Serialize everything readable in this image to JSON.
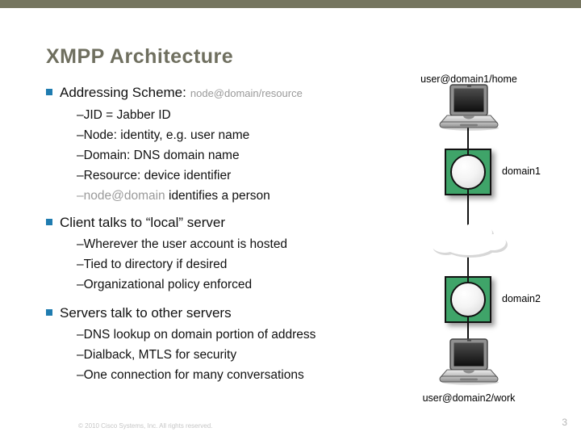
{
  "slide": {
    "title": "XMPP Architecture",
    "footer_copyright": "© 2010 Cisco Systems, Inc. All rights reserved.",
    "page_number": "3"
  },
  "sections": [
    {
      "label": "Addressing Scheme:",
      "label_suffix": "node@domain/resource",
      "items": [
        {
          "text": "–JID = Jabber ID"
        },
        {
          "text": "–Node: identity, e.g. user name"
        },
        {
          "text": "–Domain: DNS domain name"
        },
        {
          "text": "–Resource: device identifier"
        },
        {
          "gray_prefix": "–node@domain",
          "text": " identifies a person"
        }
      ]
    },
    {
      "label": "Client talks to “local” server",
      "items": [
        {
          "text": "–Wherever the user account is hosted"
        },
        {
          "text": "–Tied to directory if desired"
        },
        {
          "text": "–Organizational policy enforced"
        }
      ]
    },
    {
      "label": "Servers talk to other servers",
      "items": [
        {
          "text": "–DNS lookup on domain portion of address"
        },
        {
          "text": "–Dialback, MTLS for security"
        },
        {
          "text": "–One connection for many conversations"
        }
      ]
    }
  ],
  "diagram": {
    "client1_label": "user@domain1/home",
    "server1_label": "domain1",
    "server2_label": "domain2",
    "client2_label": "user@domain2/work",
    "icons": [
      "laptop-icon",
      "server-icon",
      "cloud-icon",
      "laptop-icon"
    ]
  },
  "colors": {
    "top_bar": "#75755f",
    "title": "#6f6f5f",
    "bullet_square": "#1f7cb0",
    "server_green": "#3fa469",
    "gray_text": "#9a9a9a",
    "footer_text": "#c6c6c6"
  }
}
